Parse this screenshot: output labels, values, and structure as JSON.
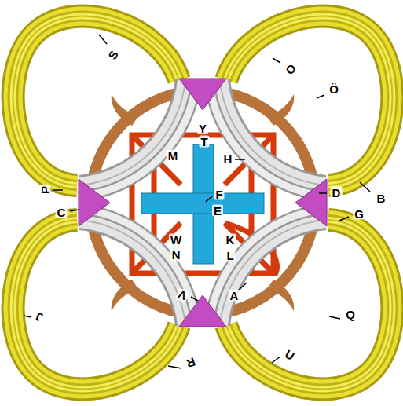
{
  "diagram": {
    "labels": [
      "S",
      "O",
      "Ö",
      "Y",
      "T",
      "M",
      "H",
      "P",
      "C",
      "F",
      "E",
      "D",
      "B",
      "G",
      "W",
      "N",
      "K",
      "L",
      "V",
      "A",
      "Q",
      "J",
      "R",
      "U"
    ]
  }
}
